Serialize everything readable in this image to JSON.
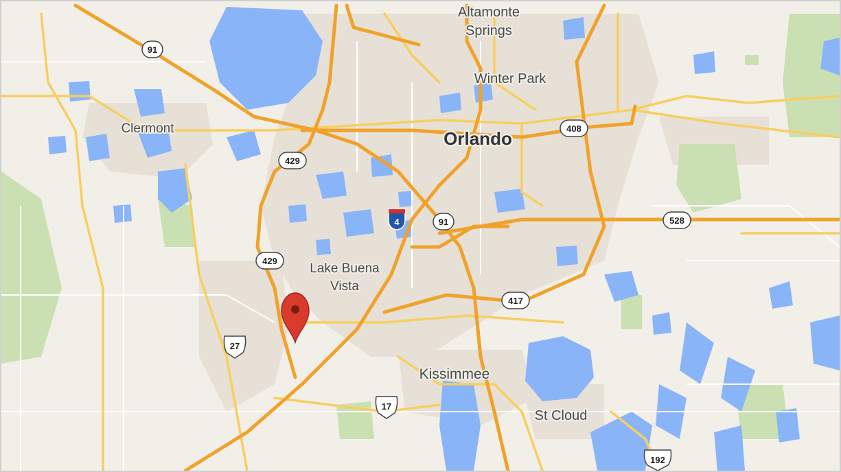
{
  "map": {
    "pin": {
      "name": "map-pin-marker",
      "color": "#d93a2b"
    },
    "colors": {
      "land": "#f2efe9",
      "urban": "#e5dfd6",
      "water": "#8ab4f8",
      "park": "#c9dfb0",
      "highway": "#f0a22b",
      "major_road": "#f7cf60",
      "minor_road": "#ffffff"
    },
    "cities": [
      {
        "id": "altamonte",
        "label": "Altamonte"
      },
      {
        "id": "springs",
        "label": "Springs"
      },
      {
        "id": "winter-park",
        "label": "Winter Park"
      },
      {
        "id": "clermont",
        "label": "Clermont"
      },
      {
        "id": "orlando",
        "label": "Orlando"
      },
      {
        "id": "lake-buena",
        "label": "Lake Buena"
      },
      {
        "id": "vista",
        "label": "Vista"
      },
      {
        "id": "kissimmee",
        "label": "Kissimmee"
      },
      {
        "id": "st-cloud",
        "label": "St Cloud"
      }
    ],
    "route_shields": [
      {
        "id": "sr-91-north",
        "label": "91",
        "kind": "state"
      },
      {
        "id": "sr-408",
        "label": "408",
        "kind": "state"
      },
      {
        "id": "sr-429-north",
        "label": "429",
        "kind": "state"
      },
      {
        "id": "i-4",
        "label": "4",
        "kind": "interstate"
      },
      {
        "id": "sr-91-turnpike",
        "label": "91",
        "kind": "state"
      },
      {
        "id": "sr-528",
        "label": "528",
        "kind": "state"
      },
      {
        "id": "sr-429-south",
        "label": "429",
        "kind": "state"
      },
      {
        "id": "sr-417",
        "label": "417",
        "kind": "state"
      },
      {
        "id": "us-27",
        "label": "27",
        "kind": "us"
      },
      {
        "id": "us-17",
        "label": "17",
        "kind": "us"
      },
      {
        "id": "us-192",
        "label": "192",
        "kind": "us"
      }
    ]
  }
}
